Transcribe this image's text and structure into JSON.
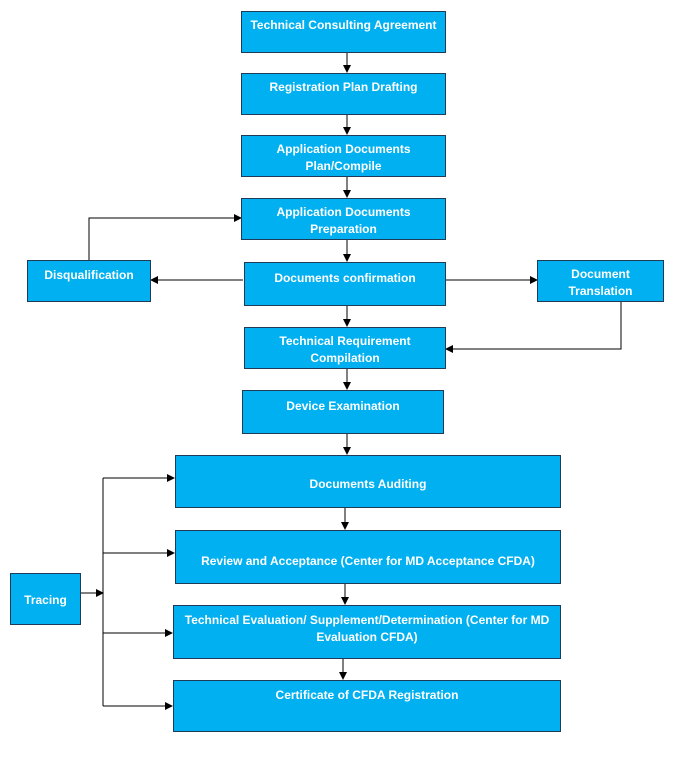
{
  "boxes": {
    "technical_consulting": "Technical Consulting Agreement",
    "registration_plan": "Registration Plan Drafting",
    "application_plan": "Application Documents Plan/Compile",
    "application_prep": "Application Documents Preparation",
    "documents_confirmation": "Documents confirmation",
    "disqualification": "Disqualification",
    "document_translation": "Document Translation",
    "technical_requirement": "Technical Requirement Compilation",
    "device_examination": "Device Examination",
    "documents_auditing": "Documents Auditing",
    "review_acceptance": "Review and Acceptance (Center for MD Acceptance CFDA)",
    "technical_evaluation": "Technical Evaluation/ Supplement/Determination (Center for MD Evaluation CFDA)",
    "certificate": "Certificate of CFDA Registration",
    "tracing": "Tracing"
  },
  "colors": {
    "box_fill": "#00b0f0",
    "box_border": "#1f3b57",
    "text": "#ffffff",
    "line": "#000000"
  }
}
